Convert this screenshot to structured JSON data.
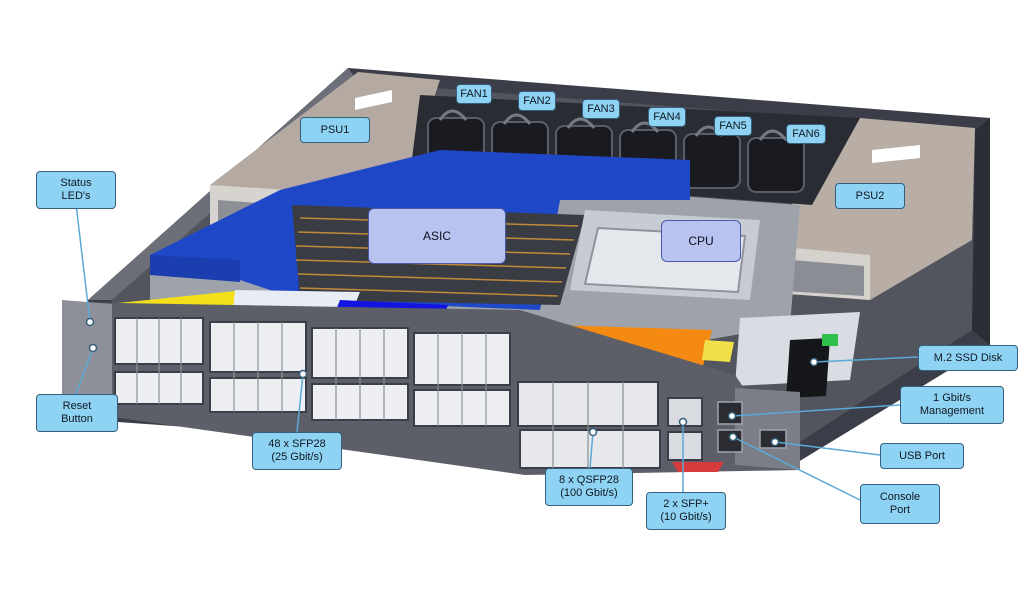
{
  "components": {
    "fans": [
      "FAN1",
      "FAN2",
      "FAN3",
      "FAN4",
      "FAN5",
      "FAN6"
    ],
    "psu1": "PSU1",
    "psu2": "PSU2",
    "asic": "ASIC",
    "cpu": "CPU"
  },
  "callouts": {
    "status_leds": "Status\nLED's",
    "reset_button": "Reset\nButton",
    "sfp28": "48 x SFP28\n(25 Gbit/s)",
    "qsfp28": "8 x QSFP28\n(100 Gbit/s)",
    "sfp_plus": "2 x SFP+\n(10 Gbit/s)",
    "m2_ssd": "M.2 SSD Disk",
    "mgmt": "1 Gbit/s\nManagement",
    "usb": "USB Port",
    "console": "Console\nPort"
  },
  "colors": {
    "callout_fill": "#8fd3f4",
    "chip_fill": "#b8c3f0",
    "heatsink_blue": "#1f48c8",
    "panel_yellow": "#f4e01a",
    "panel_blue": "#1414e0",
    "panel_orange": "#f58a12",
    "ssd_green": "#2ec04a"
  }
}
